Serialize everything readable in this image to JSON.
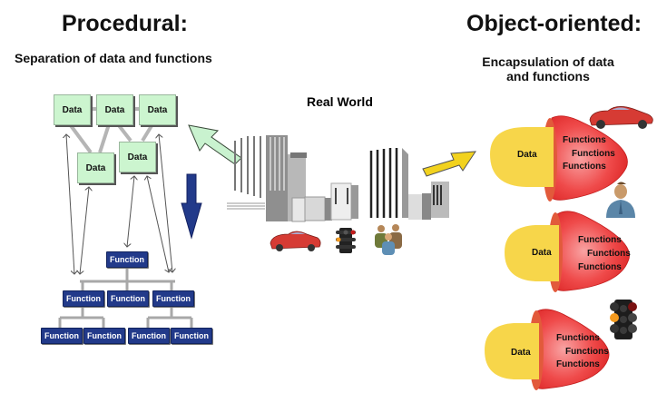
{
  "procedural": {
    "title": "Procedural:",
    "subtitle": "Separation of data and functions",
    "data_boxes": [
      "Data",
      "Data",
      "Data",
      "Data",
      "Data"
    ],
    "function_boxes": [
      "Function",
      "Function",
      "Function",
      "Function",
      "Function",
      "Function",
      "Function",
      "Function"
    ]
  },
  "real_world": {
    "label": "Real World",
    "icons": [
      "city-buildings-icon",
      "car-icon",
      "traffic-light-icon",
      "people-group-icon"
    ]
  },
  "object_oriented": {
    "title": "Object-oriented:",
    "subtitle": "Encapsulation of data and functions",
    "objects": [
      {
        "data": "Data",
        "functions": [
          "Functions",
          "Functions",
          "Functions"
        ],
        "icon": "car-icon"
      },
      {
        "data": "Data",
        "functions": [
          "Functions",
          "Functions",
          "Functions"
        ],
        "icon": "person-icon"
      },
      {
        "data": "Data",
        "functions": [
          "Functions",
          "Functions",
          "Functions"
        ],
        "icon": "traffic-light-icon"
      }
    ]
  },
  "colors": {
    "data_fill": "#ccf5cf",
    "function_fill": "#223a8a",
    "object_data": "#f7d64a",
    "object_functions": "#ee3b3b",
    "arrow_green": "#c9f2cf",
    "arrow_yellow": "#f2d21e",
    "arrow_blue": "#223a8a"
  }
}
